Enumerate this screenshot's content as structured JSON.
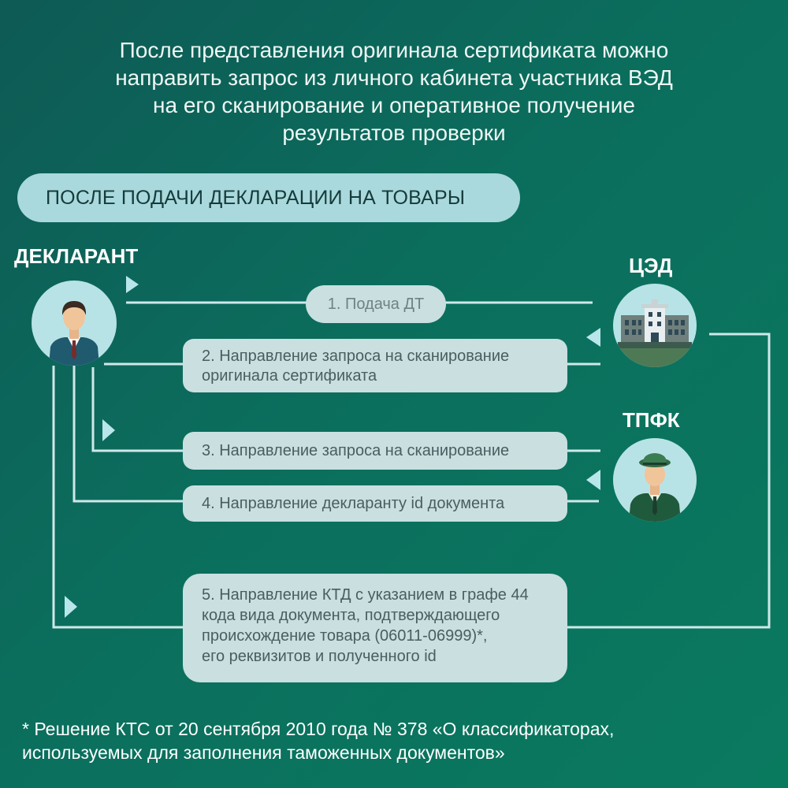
{
  "intro": {
    "lines": [
      "После представления оригинала сертификата можно",
      "направить запрос из личного кабинета участника ВЭД",
      "на его сканирование и оперативное получение",
      "результатов проверки"
    ]
  },
  "stage": {
    "label": "ПОСЛЕ ПОДАЧИ ДЕКЛАРАЦИИ НА ТОВАРЫ"
  },
  "actors": {
    "declarant": {
      "label": "ДЕКЛАРАНТ",
      "icon": "businessman-icon"
    },
    "ced": {
      "label": "ЦЭД",
      "icon": "government-building-icon"
    },
    "tpfk": {
      "label": "ТПФК",
      "icon": "customs-officer-icon"
    }
  },
  "steps": [
    {
      "lines": [
        "1. Подача ДТ"
      ]
    },
    {
      "lines": [
        "2. Направление запроса на сканирование",
        "оригинала сертификата"
      ]
    },
    {
      "lines": [
        "3. Направление запроса на сканирование"
      ]
    },
    {
      "lines": [
        "4. Направление декларанту id документа"
      ]
    },
    {
      "lines": [
        "5. Направление КТД с указанием в графе 44",
        "кода вида документа, подтверждающего",
        "происхождение товара (06011-06999)*,",
        "его реквизитов и полученного id"
      ]
    }
  ],
  "footnote": {
    "lines": [
      "* Решение КТС от 20 сентября 2010 года № 378  «О классификаторах,",
      "используемых для заполнения таможенных документов»"
    ]
  },
  "colors": {
    "background": "#0b6e5d",
    "pill": "#a9d9dc",
    "step_box": "#c9dfe0",
    "line": "#cfe8e9",
    "avatar": "#b8e3e6"
  }
}
